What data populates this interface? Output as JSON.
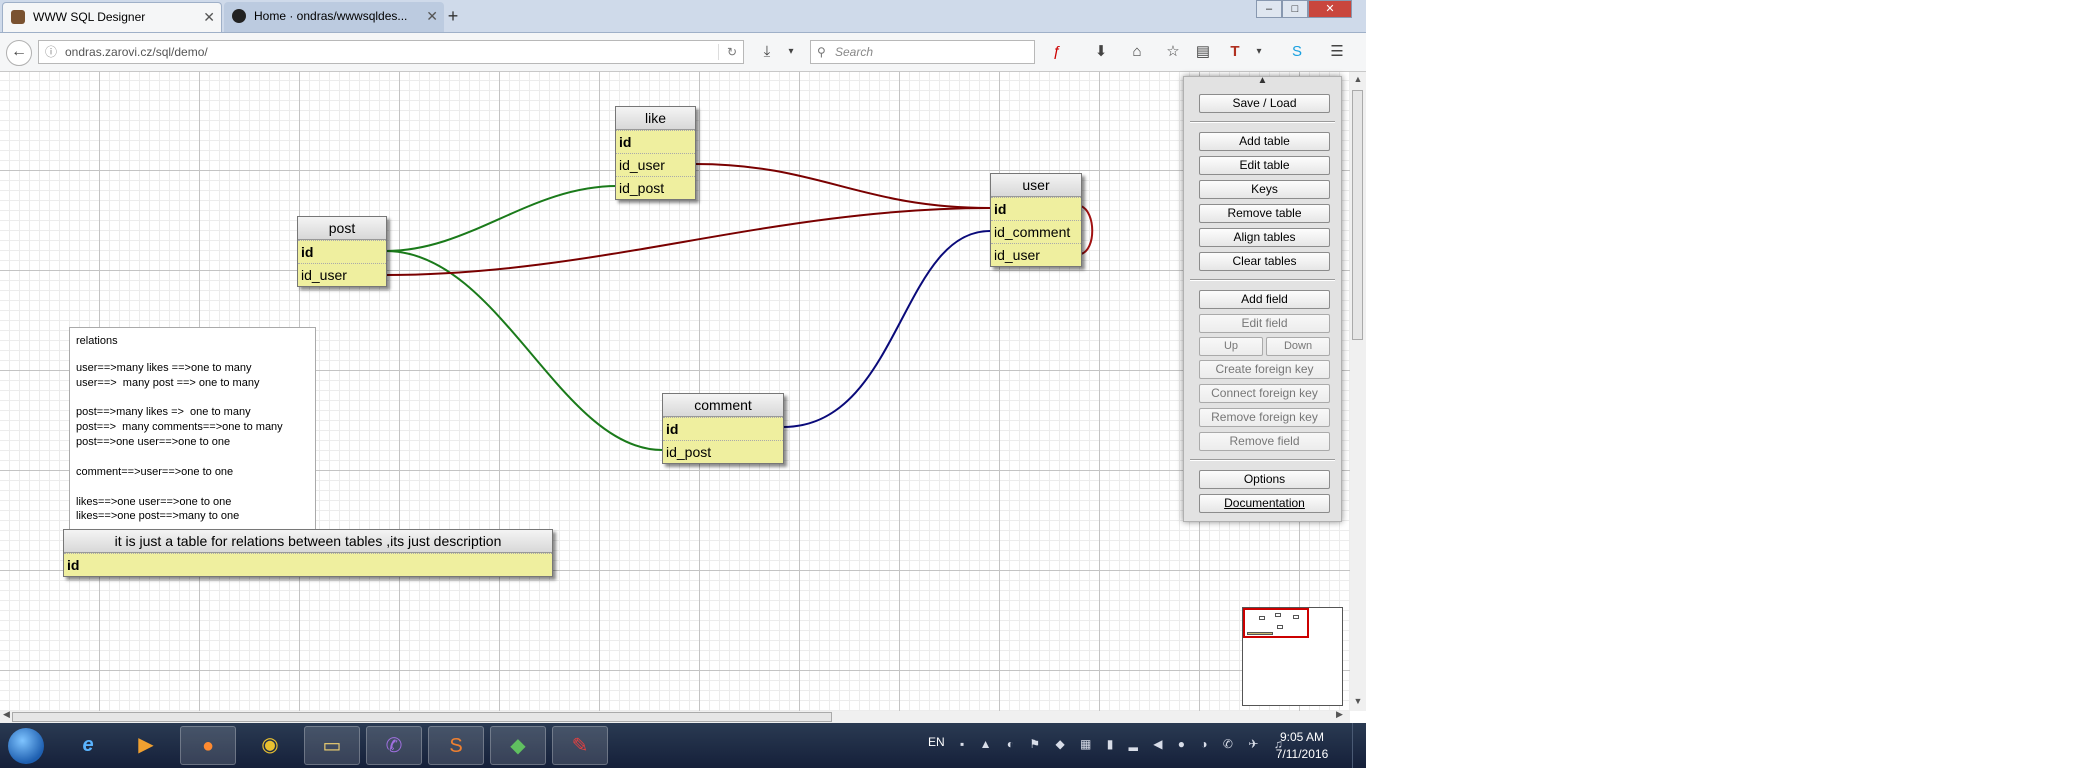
{
  "browser": {
    "tabs": [
      {
        "title": "WWW SQL Designer",
        "active": true
      },
      {
        "title": "Home · ondras/wwwsqldes...",
        "active": false
      }
    ],
    "url": "ondras.zarovi.cz/sql/demo/",
    "search_placeholder": "Search",
    "window_controls": [
      "–",
      "□",
      "✕"
    ],
    "new_tab": "+"
  },
  "tables": [
    {
      "id": "like",
      "name": "like",
      "fields": [
        {
          "name": "id",
          "pk": true
        },
        {
          "name": "id_user",
          "pk": false
        },
        {
          "name": "id_post",
          "pk": false
        }
      ]
    },
    {
      "id": "post",
      "name": "post",
      "fields": [
        {
          "name": "id",
          "pk": true
        },
        {
          "name": "id_user",
          "pk": false
        }
      ]
    },
    {
      "id": "user",
      "name": "user",
      "fields": [
        {
          "name": "id",
          "pk": true
        },
        {
          "name": "id_comment",
          "pk": false
        },
        {
          "name": "id_user",
          "pk": false
        }
      ]
    },
    {
      "id": "comment",
      "name": "comment",
      "fields": [
        {
          "name": "id",
          "pk": true
        },
        {
          "name": "id_post",
          "pk": false
        }
      ]
    },
    {
      "id": "desc",
      "name": "it is just a table for relations between tables ,its just description",
      "fields": [
        {
          "name": "id",
          "pk": true
        }
      ]
    }
  ],
  "relation_colors": {
    "like_post": "#1a7a1a",
    "like_user": "#7a0000",
    "post_user": "#7a0000",
    "comment_post": "#1a7a1a",
    "comment_user": "#0a0a7a",
    "user_self": "#a01010"
  },
  "note": {
    "title": "relations",
    "lines": [
      "user==>many likes ==>one to many",
      "user==>  many post ==> one to many",
      "",
      "post==>many likes =>  one to many",
      "post==>  many comments==>one to many",
      "post==>one user==>one to one",
      "",
      "comment==>user==>one to one",
      "",
      "likes==>one user==>one to one",
      "likes==>one post==>many to one"
    ]
  },
  "panel": {
    "save_load": "Save / Load",
    "add_table": "Add table",
    "edit_table": "Edit table",
    "keys": "Keys",
    "remove_table": "Remove table",
    "align_tables": "Align tables",
    "clear_tables": "Clear tables",
    "add_field": "Add field",
    "edit_field": "Edit field",
    "up": "Up",
    "down": "Down",
    "create_fk": "Create foreign key",
    "connect_fk": "Connect foreign key",
    "remove_fk": "Remove foreign key",
    "remove_field": "Remove field",
    "options": "Options",
    "documentation": "Documentation"
  },
  "taskbar": {
    "language": "EN",
    "time": "9:05 AM",
    "date": "7/11/2016"
  }
}
